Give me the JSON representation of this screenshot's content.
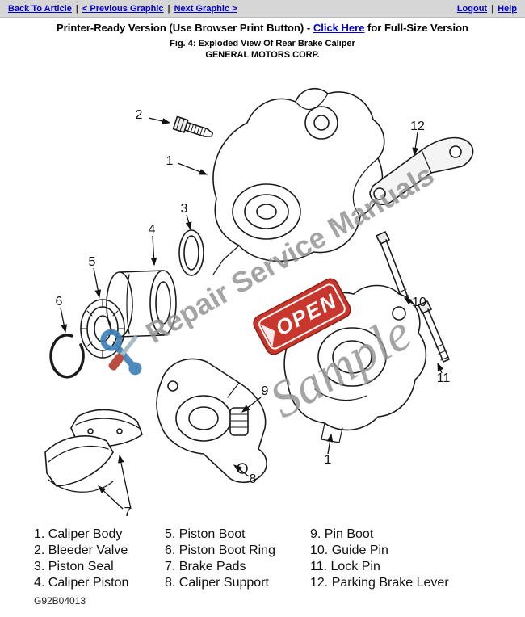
{
  "nav": {
    "separator": "|",
    "left": [
      {
        "label": "Back To Article"
      },
      {
        "label": "< Previous Graphic"
      },
      {
        "label": "Next Graphic >"
      }
    ],
    "right": [
      {
        "label": "Logout"
      },
      {
        "label": "Help"
      }
    ]
  },
  "subheader": {
    "text_before": "Printer-Ready Version (Use Browser Print Button) - ",
    "link": "Click Here",
    "text_after": " for Full-Size Version"
  },
  "figure": {
    "title": "Fig. 4: Exploded View Of Rear Brake Caliper",
    "manufacturer": "GENERAL MOTORS CORP.",
    "code": "G92B04013"
  },
  "watermark": {
    "brand": "Repair Service Manuals",
    "sample": "Sample",
    "stamp": "OPEN"
  },
  "callouts": {
    "bleeder_valve": "2",
    "caliper_body_top": "1",
    "parking_brake_lever": "12",
    "piston_seal": "3",
    "caliper_piston": "4",
    "piston_boot": "5",
    "piston_boot_ring": "6",
    "guide_pin": "10",
    "lock_pin": "11",
    "pin_boot": "9",
    "caliper_body_bottom": "1",
    "caliper_support": "8",
    "brake_pads": "7"
  },
  "legend": {
    "columns": [
      {
        "items": [
          "1. Caliper Body",
          "2. Bleeder Valve",
          "3. Piston Seal",
          "4. Caliper Piston"
        ]
      },
      {
        "items": [
          "5. Piston Boot",
          "6. Piston Boot Ring",
          "7. Brake Pads",
          "8. Caliper Support"
        ]
      },
      {
        "items": [
          "9. Pin Boot",
          "10. Guide Pin",
          "11. Lock Pin",
          "12. Parking Brake Lever"
        ]
      }
    ]
  },
  "colors": {
    "link": "#0000cc",
    "watermark_gray": "#8e8e8e",
    "stamp_red": "#c8372d",
    "line": "#1a1a1a"
  }
}
